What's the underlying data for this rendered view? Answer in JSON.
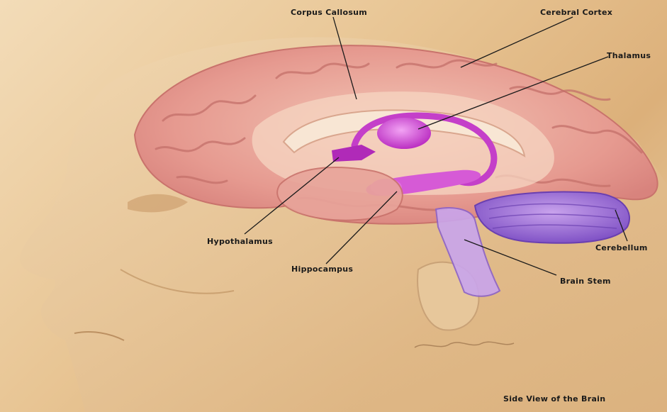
{
  "labels": {
    "corpus_callosum": "Corpus Callosum",
    "cerebral_cortex": "Cerebral Cortex",
    "thalamus": "Thalamus",
    "hypothalamus": "Hypothalamus",
    "hippocampus": "Hippocampus",
    "cerebellum": "Cerebellum",
    "brain_stem": "Brain Stem"
  },
  "caption": "Side View of the Brain",
  "colors": {
    "background": "#e8c594",
    "cortex": "#e8a49a",
    "limbic": "#c43fc9",
    "cerebellum": "#9a6ad6",
    "leader_line": "#1a1a1a"
  }
}
